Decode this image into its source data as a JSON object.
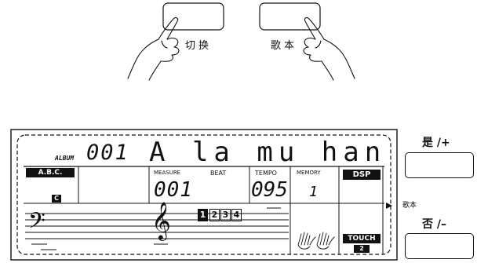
{
  "top_buttons": {
    "switch_label": "切换",
    "songbook_label": "歌本"
  },
  "lcd": {
    "album_label": "ALBUM",
    "album_number": "001",
    "song_title": "A la mu han",
    "abc_label": "A.B.C.",
    "abc_indicator": "C",
    "measure_label": "MEASURE",
    "beat_label": "BEAT",
    "measure_value": "001",
    "beats": [
      "1",
      "2",
      "3",
      "4"
    ],
    "active_beat": 1,
    "tempo_label": "TEMPO",
    "tempo_value": "095",
    "memory_label": "MEMORY",
    "memory_value": "1",
    "dsp_label": "DSP",
    "touch_label": "TOUCH",
    "touch_value": "2",
    "bass_clef": "𝄢",
    "treble_clef": "𝄞"
  },
  "side_buttons": {
    "yes_label": "是 /+",
    "songbook_indicator": "歌本",
    "no_label": "否 /–"
  }
}
